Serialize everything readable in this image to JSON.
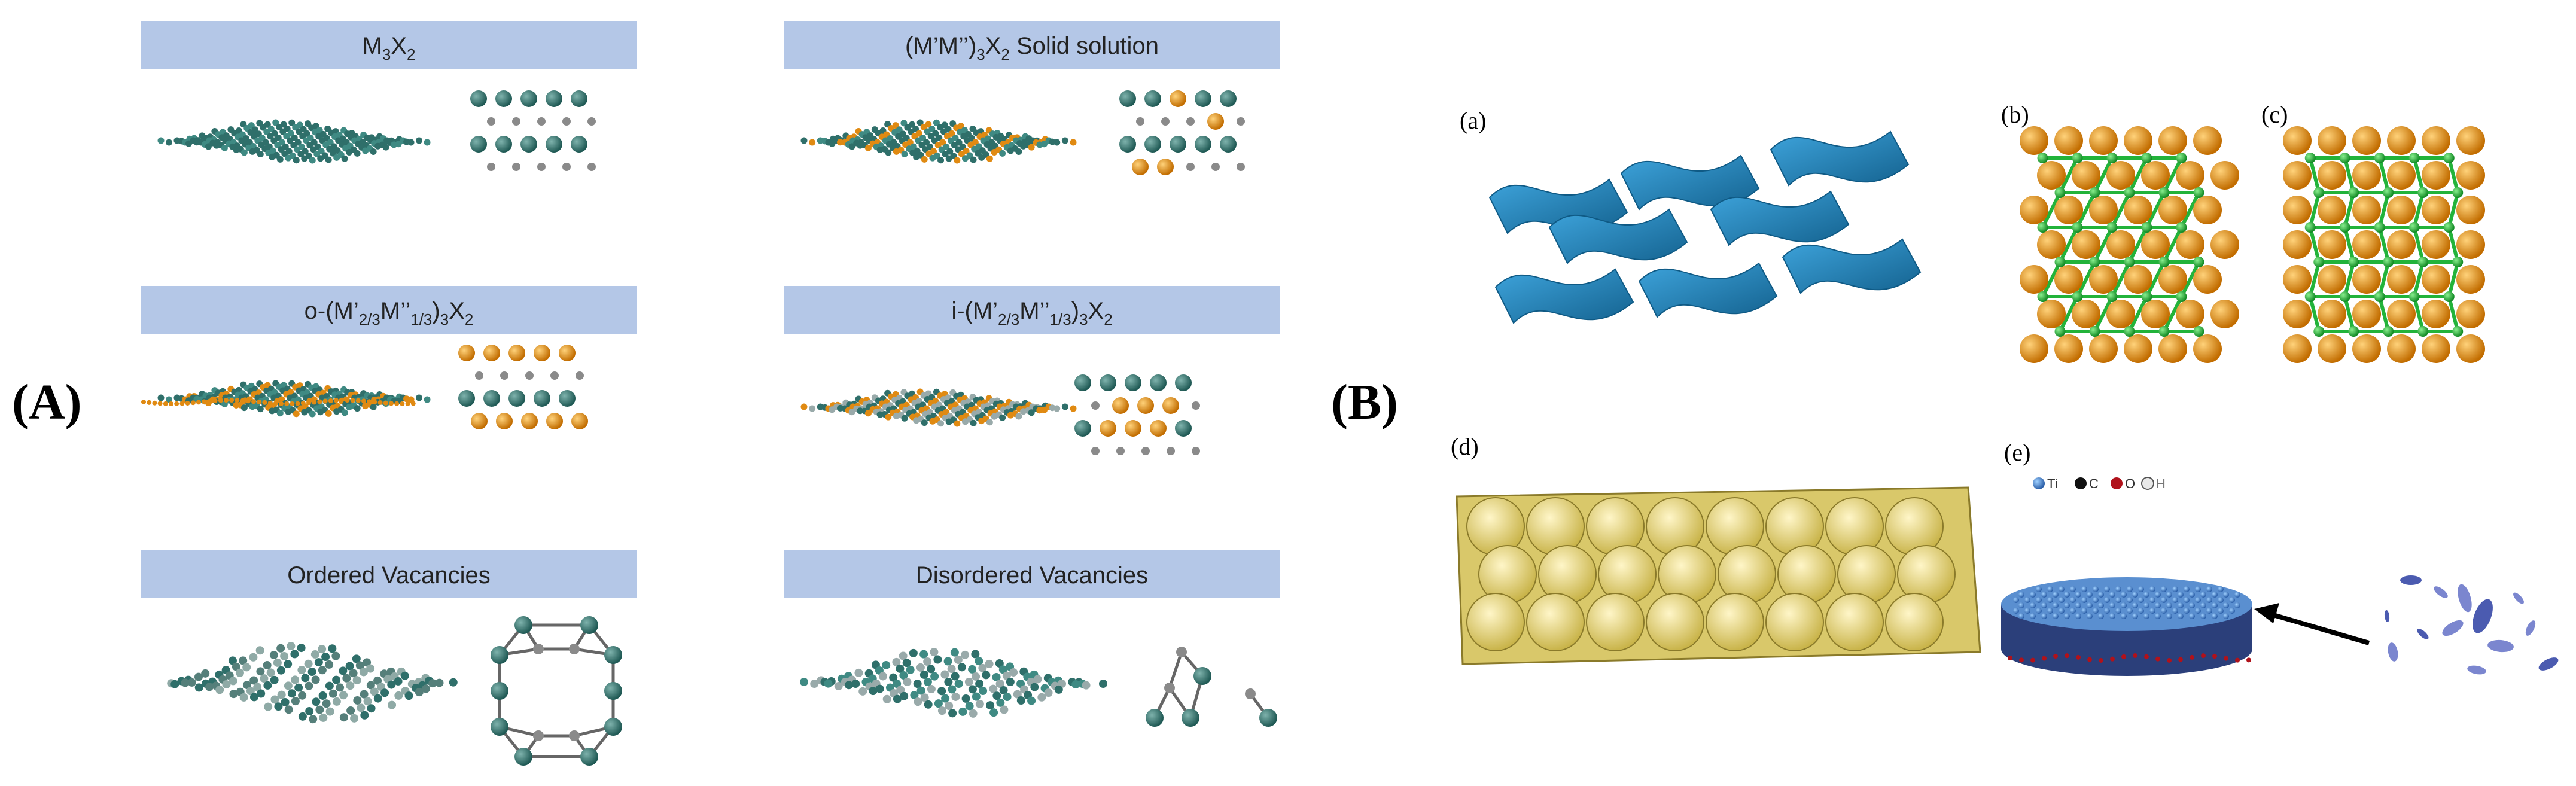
{
  "panel_A": {
    "label": "(A)",
    "boxes": [
      {
        "title_main": "M",
        "title_sub1": "3",
        "title_mid": "X",
        "title_sub2": "2",
        "title_tail": ""
      },
      {
        "title_main": "(M’M’’)",
        "title_sub1": "3",
        "title_mid": "X",
        "title_sub2": "2",
        "title_tail": " Solid solution"
      },
      {
        "title_main": "o-(M’",
        "title_sub1": "2/3",
        "title_mid": "M’’",
        "title_sub2": "1/3",
        "title_tail": ")",
        "title_sub3": "3",
        "title_end": "X",
        "title_sub4": "2"
      },
      {
        "title_main": "i-(M’",
        "title_sub1": "2/3",
        "title_mid": "M’’",
        "title_sub2": "1/3",
        "title_tail": ")",
        "title_sub3": "3",
        "title_end": "X",
        "title_sub4": "2"
      },
      {
        "title_text": "Ordered Vacancies"
      },
      {
        "title_text": "Disordered Vacancies"
      }
    ]
  },
  "panel_B": {
    "label": "(B)",
    "sub_labels": [
      "(a)",
      "(b)",
      "(c)",
      "(d)",
      "(e)"
    ],
    "legend_e": [
      "Ti",
      "C",
      "O",
      "H"
    ]
  },
  "colors": {
    "header_bar": "#b4c7e7",
    "teal_atom": "#2f6f6a",
    "orange_atom": "#e08a12",
    "green_bond": "#22b33a",
    "sheet_blue": "#1f7fb8",
    "yellow_sphere": "#e9d77a",
    "mxene_blue": "#3a5ca8"
  }
}
